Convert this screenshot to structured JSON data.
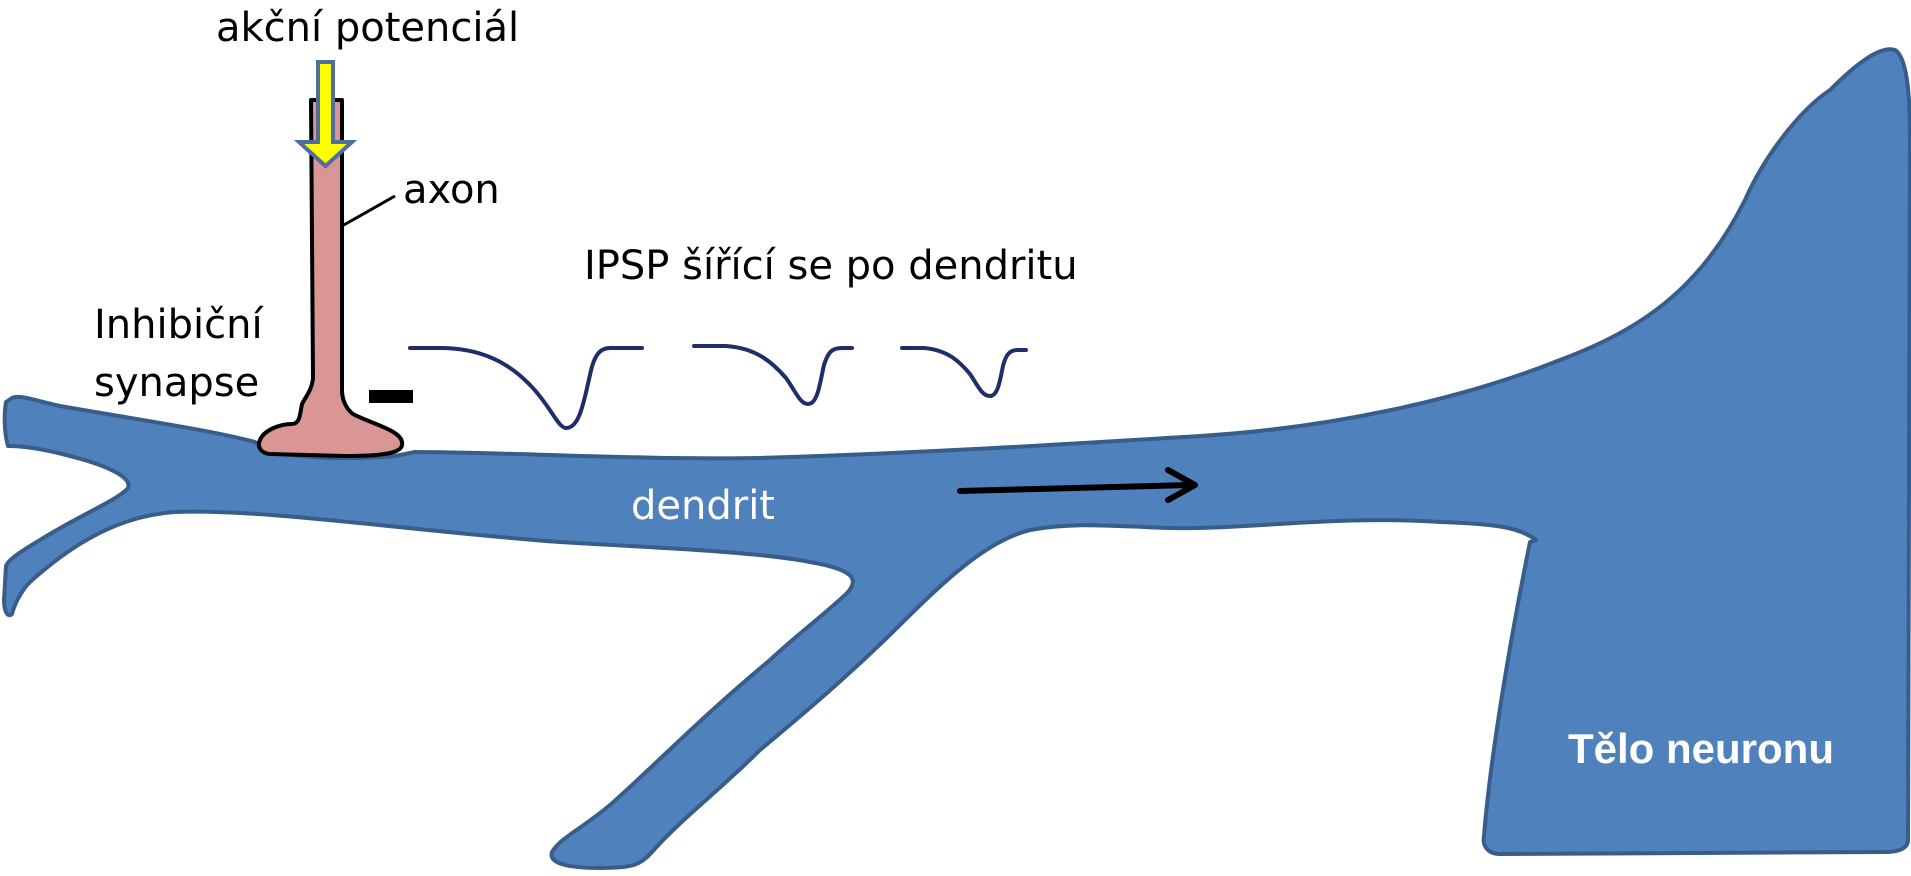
{
  "labels": {
    "action_potential": "akční potenciál",
    "axon": "axon",
    "ipsp": "IPSP šířící se po dendritu",
    "synapse_line1": "Inhibiční",
    "synapse_line2": "synapse",
    "minus_sign": "−",
    "dendrite": "dendrit",
    "neuron_body": "Tělo neuronu"
  },
  "colors": {
    "neuron_fill": "#4f81bd",
    "neuron_stroke": "#385d8a",
    "axon_fill": "#d99694",
    "arrow_fill": "#ffff00",
    "arrow_stroke": "#4f6ea0",
    "ipsp_stroke": "#1f2d6b",
    "direction_arrow": "#000000"
  },
  "icons": {
    "action_potential_arrow": "down-arrow-icon",
    "propagation_arrow": "right-arrow-icon"
  }
}
